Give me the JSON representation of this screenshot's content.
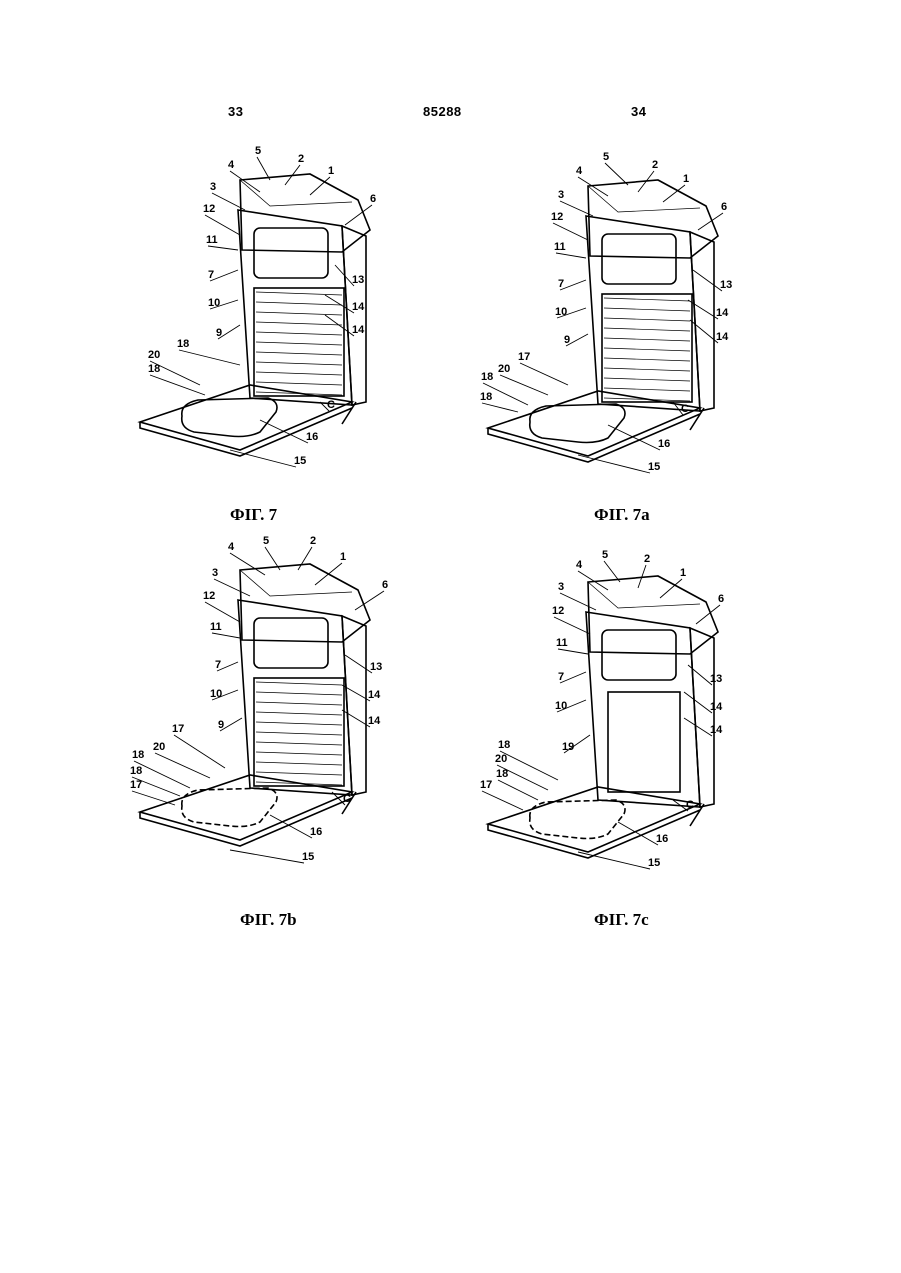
{
  "header": {
    "left_page": "33",
    "center_number": "85288",
    "right_page": "34"
  },
  "colors": {
    "ink": "#000000",
    "paper": "#ffffff",
    "shade": "#8a8a8a"
  },
  "figures": [
    {
      "caption": "ФІГ. 7",
      "labels": [
        "5",
        "2",
        "1",
        "4",
        "3",
        "6",
        "12",
        "11",
        "13",
        "7",
        "14",
        "10",
        "14",
        "9",
        "18",
        "20",
        "18",
        "C",
        "16",
        "15"
      ]
    },
    {
      "caption": "ФІГ. 7a",
      "labels": [
        "5",
        "2",
        "1",
        "4",
        "3",
        "6",
        "12",
        "11",
        "13",
        "7",
        "14",
        "10",
        "14",
        "9",
        "17",
        "20",
        "18",
        "18",
        "C",
        "16",
        "15"
      ]
    },
    {
      "caption": "ФІГ. 7b",
      "labels": [
        "4",
        "5",
        "2",
        "1",
        "3",
        "6",
        "12",
        "11",
        "7",
        "13",
        "10",
        "14",
        "9",
        "14",
        "17",
        "20",
        "18",
        "18",
        "17",
        "C",
        "16",
        "15"
      ]
    },
    {
      "caption": "ФІГ. 7c",
      "labels": [
        "4",
        "5",
        "2",
        "1",
        "3",
        "6",
        "12",
        "11",
        "13",
        "7",
        "14",
        "10",
        "14",
        "19",
        "18",
        "20",
        "18",
        "17",
        "C",
        "16",
        "15"
      ]
    }
  ]
}
